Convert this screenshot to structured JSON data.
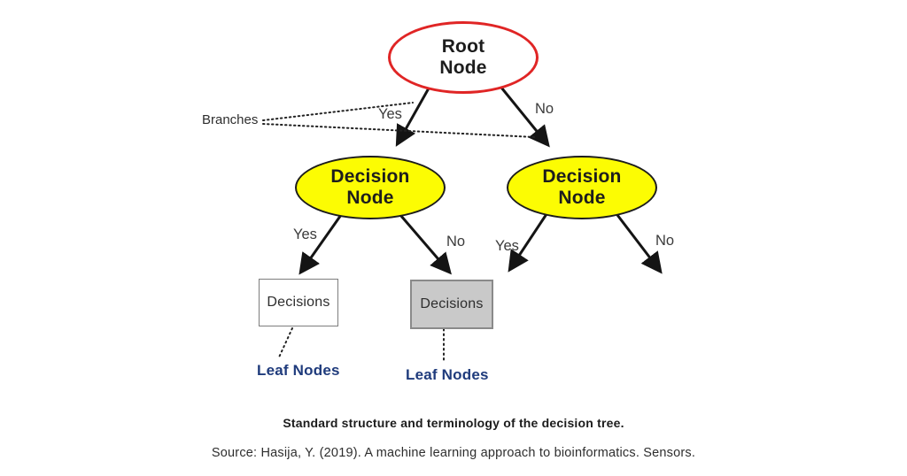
{
  "diagram": {
    "root_node": {
      "label": "Root\nNode"
    },
    "branches_label": "Branches",
    "decision_nodes": {
      "left": {
        "label": "Decision\nNode"
      },
      "right": {
        "label": "Decision\nNode"
      }
    },
    "edge_labels": {
      "root_yes": "Yes",
      "root_no": "No",
      "left_yes": "Yes",
      "left_no": "No",
      "right_yes": "Yes",
      "right_no": "No"
    },
    "leaves": {
      "left": {
        "box_label": "Decisions",
        "annotation": "Leaf Nodes"
      },
      "right": {
        "box_label": "Decisions",
        "annotation": "Leaf Nodes"
      }
    }
  },
  "caption": "Standard structure and terminology of the decision tree.",
  "source": "Source: Hasija, Y. (2019). A machine learning approach to bioinformatics. Sensors.",
  "colors": {
    "root_border_red": "#e02525",
    "decision_fill_yellow": "#fcfc03",
    "leaf_label_navy": "#1f3b7c",
    "leaf_box_gray": "#c9c9c9",
    "edge_black": "#141414",
    "background": "#ffffff"
  }
}
